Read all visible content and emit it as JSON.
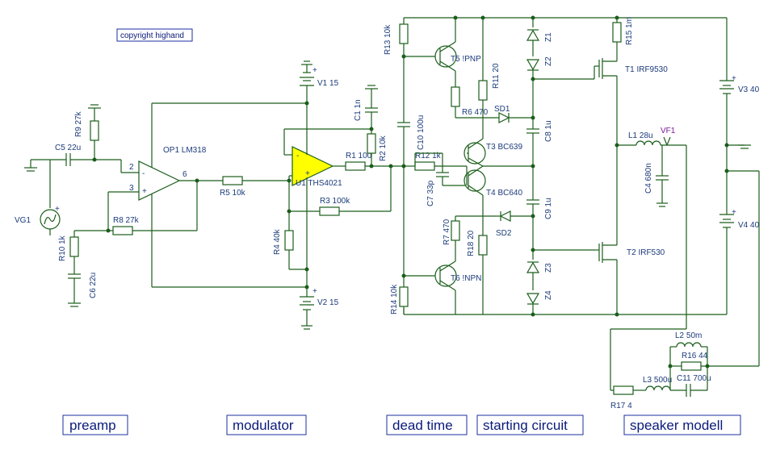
{
  "copyright": "copyright highand",
  "sections": [
    "preamp",
    "modulator",
    "dead time",
    "starting circuit",
    "speaker modell"
  ],
  "components": {
    "VG1": "VG1",
    "R10": "R10 1k",
    "C6": "C6 22u",
    "C5": "C5 22u",
    "R9": "R9 27k",
    "R8": "R8 27k",
    "OP1": "OP1 LM318",
    "R5": "R5 10k",
    "U1": "U1 THS4021",
    "V1": "V1 15",
    "V2": "V2 15",
    "C1": "C1 1n",
    "R1": "R1 100",
    "R2": "R2 10k",
    "R3": "R3 100k",
    "R4": "R4 40k",
    "R13": "R13 10k",
    "R14": "R14 10k",
    "C10": "C10 100u",
    "R12": "R12 1k",
    "C7": "C7 33p",
    "T5": "T5 !PNP",
    "T6": "T6 !NPN",
    "R6": "R6 470",
    "R7": "R7 470",
    "R11": "R11 20",
    "R18": "R18 20",
    "SD1": "SD1",
    "SD2": "SD2",
    "T3": "T3 BC639",
    "T4": "T4 BC640",
    "C8": "C8 1u",
    "C9": "C9 1u",
    "Z1": "Z1",
    "Z2": "Z2",
    "Z3": "Z3",
    "Z4": "Z4",
    "R15": "R15 1m",
    "T1": "T1 IRF9530",
    "T2": "T2 IRF530",
    "L1": "L1 28u",
    "VF1": "VF1",
    "C4": "C4 680n",
    "V3": "V3 40",
    "V4": "V4 40",
    "L2": "L2 50m",
    "R16": "R16 44",
    "L3": "L3 500u",
    "C11": "C11 700u",
    "R17": "R17 4"
  },
  "pin_labels": {
    "op1_in_minus": "2",
    "op1_in_plus": "3",
    "op1_out": "6",
    "plus": "+",
    "minus": "-"
  },
  "colors": {
    "wire": "#1b5e1b",
    "label": "#1b3a7a",
    "title": "#0a1a7a",
    "opamp_fill": "#ffff00"
  }
}
